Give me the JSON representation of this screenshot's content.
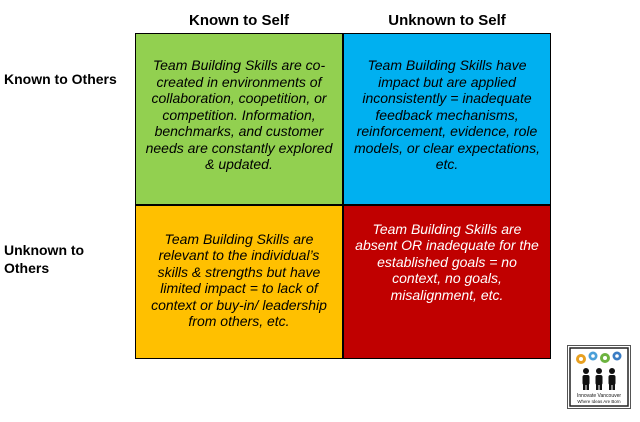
{
  "columns": {
    "col1": "Known to Self",
    "col2": "Unknown to Self"
  },
  "rows": {
    "row1": "Known to Others",
    "row2": "Unknown to Others"
  },
  "quadrants": {
    "top_left": {
      "text": "Team Building Skills are co-created in environments of collaboration, coopetition, or competition. Information, benchmarks, and customer needs are constantly explored & updated.",
      "color": "#92d050",
      "text_color": "#000000"
    },
    "top_right": {
      "text": "Team Building Skills have impact but are applied inconsistently = inadequate feedback mechanisms, reinforcement, evidence, role models, or clear expectations, etc.",
      "color": "#00b0f0",
      "text_color": "#000000"
    },
    "bottom_left": {
      "text": "Team Building Skills are relevant to the individual’s skills & strengths but have limited impact = to lack of context or buy-in/ leadership from others, etc.",
      "color": "#ffc000",
      "text_color": "#000000"
    },
    "bottom_right": {
      "text": "Team Building Skills are absent OR inadequate for the established goals = no context, no goals, misalignment, etc.",
      "color": "#c00000",
      "text_color": "#ffffff"
    }
  },
  "logo": {
    "icon": "gears-and-people-logo",
    "line1": "Innovate Vancouver",
    "line2": "Where Ideas Are Born"
  }
}
